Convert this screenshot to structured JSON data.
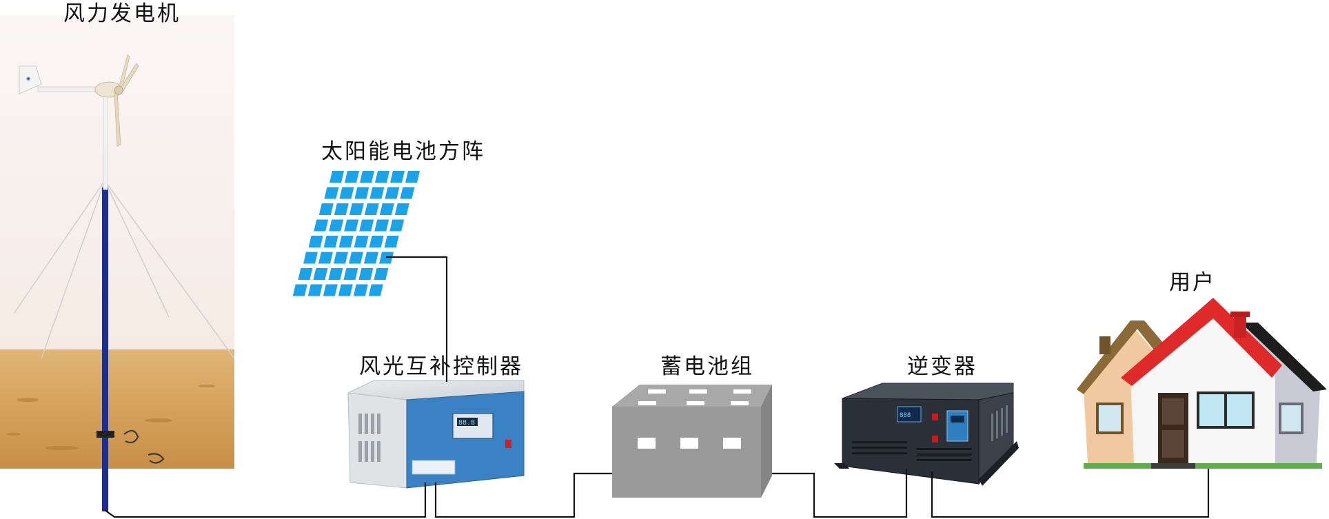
{
  "labels": {
    "wind_turbine": "风力发电机",
    "solar_array": "太阳能电池方阵",
    "hybrid_controller": "风光互补控制器",
    "battery_bank": "蓄电池组",
    "inverter": "逆变器",
    "user": "用户"
  },
  "colors": {
    "solar_cell": "#1aa3e8",
    "controller_panel": "#3b82c4",
    "battery": "#9a9a9a",
    "inverter_body": "#2a3038",
    "pole": "#1e2f8a",
    "roof_red": "#e02a2a",
    "wire": "#111111"
  }
}
